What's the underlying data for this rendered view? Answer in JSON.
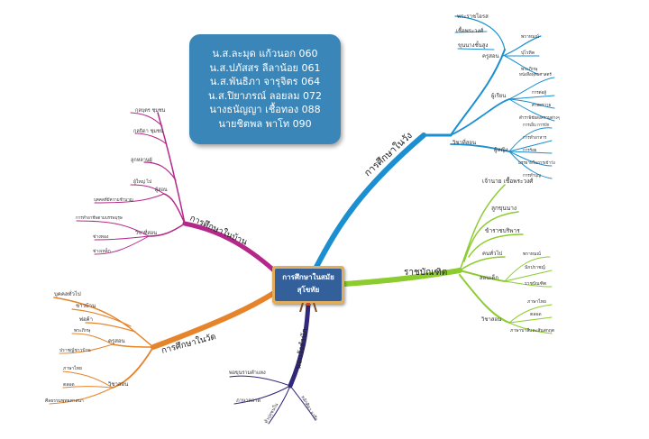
{
  "center": {
    "line1": "การศึกษาในสมัย",
    "line2": "สุโขทัย"
  },
  "names": [
    "น.ส.ละมุด แก้วนอก 060",
    "น.ส.ปภัสสร ลีลาน้อย 061",
    "น.ส.พันธิภา จารุจิตร 064",
    "น.ส.ปิยาภรณ์ ลอยลม 072",
    "นางธนัญญา เชื้อทอง 088",
    "นายชิตพล พาโท 090"
  ],
  "colors": {
    "blue": "#1b8fd0",
    "green": "#8ccc2e",
    "purple": "#32287a",
    "orange": "#e5842a",
    "magenta": "#b5288a",
    "box": "#3b86b8"
  },
  "branches": {
    "palace": {
      "label": "การศึกษาในวัง",
      "sub_top": [
        "พระราชโอรส",
        "เชื้อพระวงศ์",
        "ขุนนางชั้นสูง"
      ],
      "teacher_label": "ครูสอน",
      "teacher_items": [
        "พราหมณ์",
        "ปุโรหิต",
        "พระภิกษุ"
      ],
      "learner_label": "ผู้เรียน",
      "learner_items": [
        "หนังสือพุทธศาสตร์",
        "การต่อสู้",
        "ศาสตราวุธ",
        "ตำราพิชัยสงครามต่างๆ"
      ],
      "subject_label": "วิชาที่สอน",
      "subject_label2": "ผู้หญิง",
      "subject_items": [
        "การเย็บ การปัก",
        "การทำอาหาร",
        "การร้อย",
        "มรรยาทในการเข้าวัง",
        "การทำบุญ"
      ]
    },
    "royal": {
      "label": "ราชบัณฑิต",
      "items": [
        "เจ้านาย เชื้อพระวงศ์",
        "ลูกขุนนาง",
        "ข้าราชบริพาร"
      ],
      "stem_label": "คนทั่วไป",
      "teacher_label": "สอนเด็ก",
      "teacher_items": [
        "พราหมณ์",
        "นักปราชญ์",
        "ราชบัณฑิต"
      ],
      "subject_label": "วิชาสอน",
      "subject_items": [
        "ภาษาไทย",
        "ตลอด",
        "ภาษาบาลีและสันสกฤต"
      ]
    },
    "temple": {
      "label": "การศึกษาในวัด",
      "items": [
        "บุคคลทั่วไป",
        "ชาวบ้าน",
        "พ่อค้า"
      ],
      "teacher_label": "ครูสอน",
      "teacher_items": [
        "พระภิกษุ",
        "ปราชญ์ชาวบ้าน"
      ],
      "subject_label": "วิชาสอน",
      "subject_items": [
        "ภาษาไทย",
        "ตลอด",
        "ศีลธรรมพุทธศาสนา"
      ]
    },
    "home": {
      "label": "การศึกษาในบ้าน",
      "items": [
        "กุลบุตร ชุมชน",
        "กุลธิดา ชุมชน",
        "ลูกหลานผู้"
      ],
      "teacher_label": "ผู้สอน",
      "teacher_items": [
        "ผู้ใหญ่ ไป",
        "บุคคลที่มีความชำนาญ"
      ],
      "subject_label": "วิชาที่สอน",
      "subject_items": [
        "การทำอาชีพตามบรรพบุรุษ",
        "ช่างทอง",
        "ช่างเหล็ก"
      ]
    },
    "outside": {
      "label": "นอกวังสำนัก",
      "items": [
        "ทั่วปุถุชนใน",
        "ภาษาตลาด",
        "บาลีตามฐาน",
        "หลักศิลา จารึก"
      ],
      "extra": "พ่อขุนรามคำแหง"
    }
  }
}
